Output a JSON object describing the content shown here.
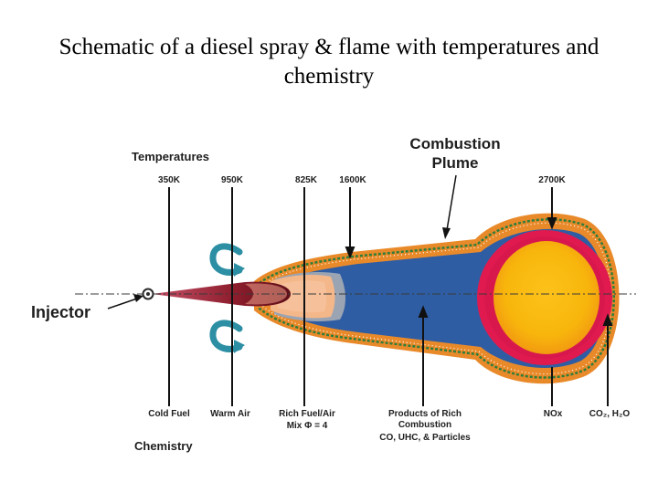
{
  "title": "Schematic of a diesel spray & flame with temperatures and chemistry",
  "diagram": {
    "temperatures_heading": "Temperatures",
    "chemistry_heading": "Chemistry",
    "plume_label_line1": "Combustion",
    "plume_label_line2": "Plume",
    "injector_label": "Injector",
    "temperatures": [
      "350K",
      "950K",
      "825K",
      "1600K",
      "2700K"
    ],
    "chemistry": {
      "cold_fuel": "Cold Fuel",
      "warm_air": "Warm Air",
      "rich_mix_line1": "Rich Fuel/Air",
      "rich_mix_line2": "Mix Φ = 4",
      "products_line1": "Products of Rich",
      "products_line2": "Combustion",
      "products_line3": "CO, UHC, & Particles",
      "nox": "NOx",
      "co2_h2o": "CO₂, H₂O"
    },
    "colors": {
      "outer_orange": "#e98a2a",
      "green_boundary": "#2e7d3a",
      "blue_products": "#2f5da3",
      "red_ring": "#e01a4f",
      "yellow_core": "#f8b60c",
      "tan_region": "#f4b78a",
      "spray_dark": "#7a1420",
      "swirl_teal": "#2d8fa3"
    }
  }
}
